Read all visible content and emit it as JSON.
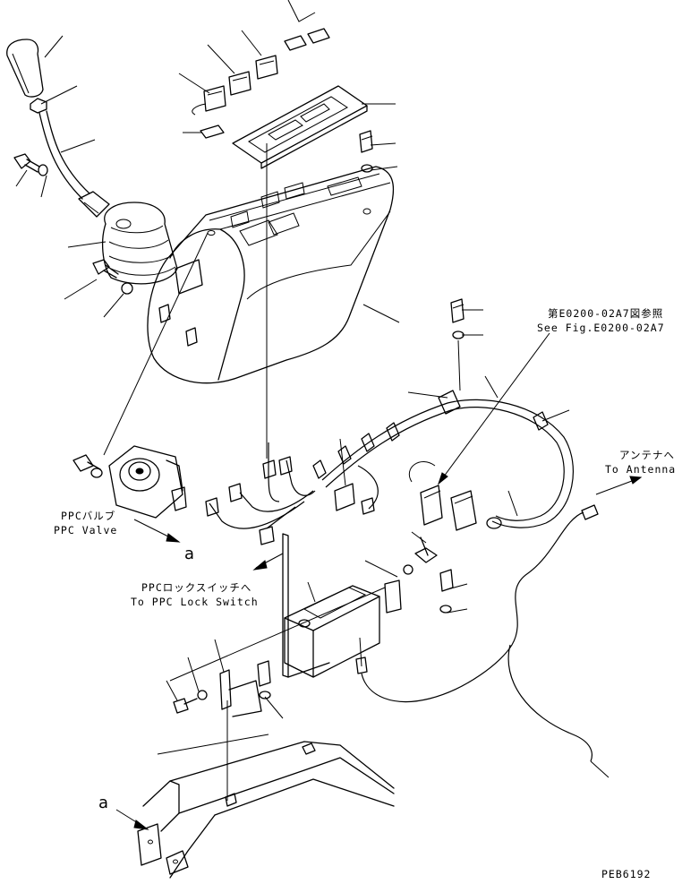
{
  "drawing_code": "PEB6192",
  "notes": {
    "see_fig_jp": "第E0200-02A7図参照",
    "see_fig_en": "See Fig.E0200-02A7",
    "antenna_jp": "アンテナへ",
    "antenna_en": "To Antenna",
    "ppc_valve_jp": "PPCバルブ",
    "ppc_valve_en": "PPC Valve",
    "ppc_lock_jp": "PPCロックスイッチへ",
    "ppc_lock_en": "To PPC Lock Switch"
  },
  "view_marks": {
    "upper": "a",
    "lower": "a"
  }
}
